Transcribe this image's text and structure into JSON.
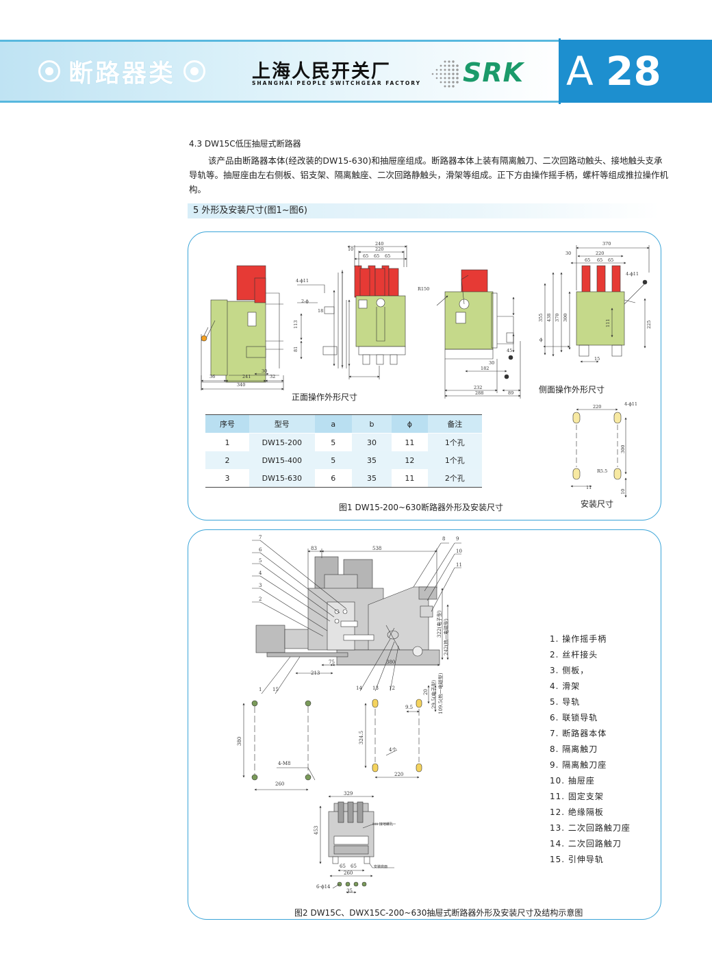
{
  "header": {
    "category": "断路器类",
    "company_cn": "上海人民开关厂",
    "company_en": "SHANGHAI PEOPLE SWITCHGEAR FACTORY",
    "brand": "SRK",
    "section_letter": "A",
    "page_number": "28",
    "colors": {
      "band": "#bfe3f3",
      "accent": "#1d8fcf",
      "brand": "#1b9a6a"
    }
  },
  "section": {
    "title": "4.3  DW15C低压抽屉式断路器",
    "paragraph": "该产品由断路器本体(经改装的DW15-630)和抽屉座组成。断路器本体上装有隔离触刀、二次回路动触头、接地触头支承导轨等。抽屉座由左右侧板、铝支架、隔离触座、二次回路静触头，滑架等组成。正下方由操作摇手柄，螺杆等组成推拉操作机构。",
    "subheading": "5  外形及安装尺寸(图1~图6)"
  },
  "figure1": {
    "front_caption": "正面操作外形尺寸",
    "side_caption": "侧面操作外形尺寸",
    "mount_caption": "安装尺寸",
    "caption": "图1  DW15-200~630断路器外形及安装尺寸",
    "dims_front": {
      "d240": "240",
      "d220": "220",
      "d10": "10",
      "d65a": "65",
      "d65b": "65",
      "d65c": "65",
      "hole4": "4-ϕ11",
      "d2phi": "2-ϕ",
      "r150": "R150",
      "d36": "36",
      "d241": "241",
      "d32": "32",
      "d340": "340",
      "d30": "30",
      "d113": "113",
      "d81": "81",
      "d18": "18",
      "d232": "232",
      "d288": "288",
      "d89": "89",
      "d182": "182",
      "d30b": "30",
      "d45": "45"
    },
    "dims_side": {
      "d370": "370",
      "d220": "220",
      "d30": "30",
      "d65a": "65",
      "d65b": "65",
      "d65c": "65",
      "hole4": "4-ϕ11",
      "d355": "355",
      "d438": "438",
      "d370v": "370",
      "d300": "300",
      "d225": "225",
      "d111": "111",
      "d15": "15",
      "dphi": "ϕ"
    },
    "dims_mount": {
      "d220": "220",
      "hole4": "4-ϕ11",
      "d300": "300",
      "r55": "R5.5",
      "d11": "11",
      "d10": "10"
    },
    "table": {
      "headers": [
        "序号",
        "型号",
        "a",
        "b",
        "ϕ",
        "备注"
      ],
      "rows": [
        [
          "1",
          "DW15-200",
          "5",
          "30",
          "11",
          "1个孔"
        ],
        [
          "2",
          "DW15-400",
          "5",
          "35",
          "12",
          "1个孔"
        ],
        [
          "3",
          "DW15-630",
          "6",
          "35",
          "11",
          "2个孔"
        ]
      ]
    }
  },
  "figure2": {
    "caption": "图2  DW15C、DWX15C-200~630抽屉式断路器外形及安装尺寸及结构示意图",
    "callouts": [
      "1",
      "2",
      "3",
      "4",
      "5",
      "6",
      "7",
      "8",
      "9",
      "10",
      "11",
      "12",
      "13",
      "14",
      "15"
    ],
    "dims": {
      "d83": "83",
      "d538": "538",
      "d75": "75",
      "d380": "380",
      "d213": "213",
      "d322": "322(电子型)",
      "d242": "242(热一电磁型)",
      "d20": "20",
      "d29": "29.5(电子型)",
      "d109": "109.5(热一电磁型)",
      "d95": "9.5",
      "d3245": "324.5",
      "d4ge": "4个",
      "d220": "220",
      "d380v": "380",
      "m8": "4-M8",
      "d260": "260",
      "d329": "329",
      "d453": "453",
      "m8hole": "M8 接地螺孔",
      "base": "安装底面",
      "d65a": "65",
      "d65b": "65",
      "d260b": "260",
      "d6hole": "6-ϕ14",
      "d35": "35"
    },
    "legend": [
      "1. 操作摇手柄",
      "2. 丝杆接头",
      "3. 侧板，",
      "4. 滑架",
      "5. 导轨",
      "6. 联锁导轨",
      "7. 断路器本体",
      "8. 隔离触刀",
      "9. 隔离触刀座",
      "10. 抽屉座",
      "11. 固定支架",
      "12. 绝缘隔板",
      "13. 二次回路触刀座",
      "14. 二次回路触刀",
      "15. 引伸导轨"
    ]
  }
}
